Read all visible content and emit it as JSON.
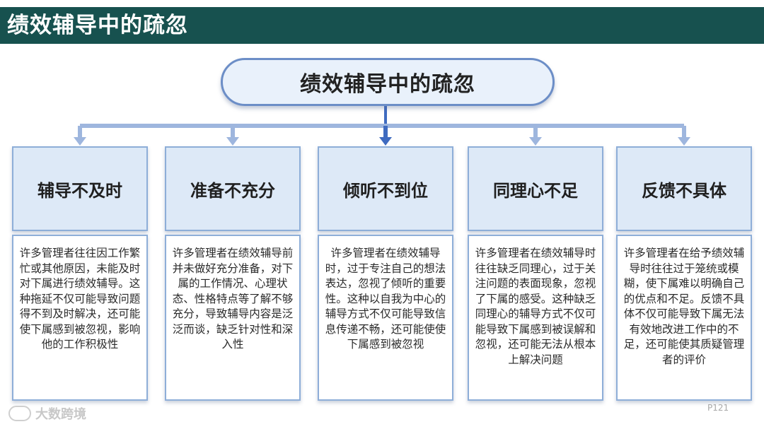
{
  "header": {
    "title": "绩效辅导中的疏忽"
  },
  "root": {
    "label": "绩效辅导中的疏忽"
  },
  "colors": {
    "header_bg": "#17514f",
    "box_border": "#8eaed8",
    "head_fill": "#dde9f7",
    "connector": "#9eb6de",
    "connector_main": "#3f6bc0"
  },
  "columns": [
    {
      "title": "辅导不及时",
      "text": "许多管理者往往因工作繁忙或其他原因，未能及时对下属进行绩效辅导。这种拖延不仅可能导致问题得不到及时解决，还可能使下属感到被忽视，影响他的工作积极性"
    },
    {
      "title": "准备不充分",
      "text": "许多管理者在绩效辅导前并未做好充分准备，对下属的工作情况、心理状态、性格特点等了解不够充分，导致辅导内容是泛泛而谈，缺乏针对性和深入性"
    },
    {
      "title": "倾听不到位",
      "text": "许多管理者在绩效辅导时，过于专注自己的想法表达，忽视了倾听的重要性。这种以自我为中心的辅导方式不仅可能导致信息传递不畅，还可能使使下属感到被忽视"
    },
    {
      "title": "同理心不足",
      "text": "许多管理者在绩效辅导时往往缺乏同理心，过于关注问题的表面现象，忽视了下属的感受。这种缺乏同理心的辅导方式不仅可能导致下属感到被误解和忽视，还可能无法从根本上解决问题"
    },
    {
      "title": "反馈不具体",
      "text": "许多管理者在给予绩效辅导时往往过于笼统或模糊，使下属难以明确自己的优点和不足。反馈不具体不仅可能导致下属无法有效地改进工作中的不足，还可能使其质疑管理者的评价"
    }
  ],
  "footer": {
    "watermark": "大数跨境",
    "page": "P121"
  }
}
